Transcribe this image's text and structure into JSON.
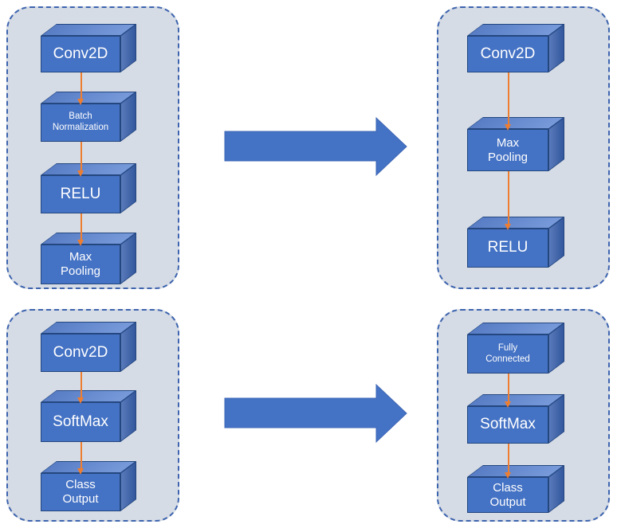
{
  "colors": {
    "panel_bg": "#D6DCE5",
    "panel_border": "#3D64AE",
    "cube_front": "#4472C4",
    "cube_top": "#6189D4",
    "cube_side": "#3A62AE",
    "cube_outline": "#24477F",
    "flow_arrow": "#4472C4",
    "flow_arrow_outline": "#3E66B5",
    "connector": "#ED7D31",
    "label_text": "#FFFFFF"
  },
  "panels": [
    {
      "name": "top-left",
      "blocks": [
        {
          "label": "Conv2D"
        },
        {
          "label": "Batch\nNormalization"
        },
        {
          "label": "RELU"
        },
        {
          "label": "Max\nPooling"
        }
      ]
    },
    {
      "name": "top-right",
      "blocks": [
        {
          "label": "Conv2D"
        },
        {
          "label": "Max\nPooling"
        },
        {
          "label": "RELU"
        }
      ]
    },
    {
      "name": "bottom-left",
      "blocks": [
        {
          "label": "Conv2D"
        },
        {
          "label": "SoftMax"
        },
        {
          "label": "Class\nOutput"
        }
      ]
    },
    {
      "name": "bottom-right",
      "blocks": [
        {
          "label": "Fully\nConnected"
        },
        {
          "label": "SoftMax"
        },
        {
          "label": "Class\nOutput"
        }
      ]
    }
  ]
}
